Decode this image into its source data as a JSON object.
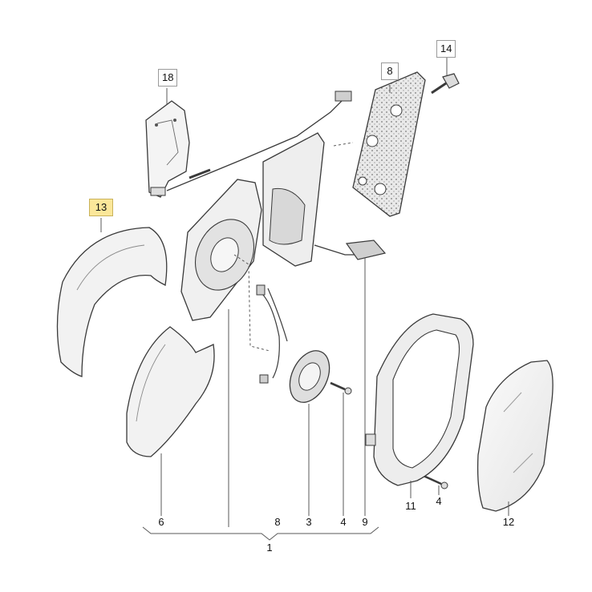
{
  "diagram": {
    "callouts": {
      "c18": "18",
      "c8_top": "8",
      "c14": "14",
      "c13": "13",
      "c11": "11",
      "c4_right": "4",
      "c12": "12",
      "c6": "6",
      "c8_bottom": "8",
      "c3": "3",
      "c4_bottom": "4",
      "c9": "9",
      "c1": "1"
    },
    "highlighted_part": "13",
    "colors": {
      "highlight": "#fbe79a",
      "stroke": "#3a3a3a",
      "part_fill": "#f2f2f2",
      "leader": "#5a5a5a"
    }
  }
}
